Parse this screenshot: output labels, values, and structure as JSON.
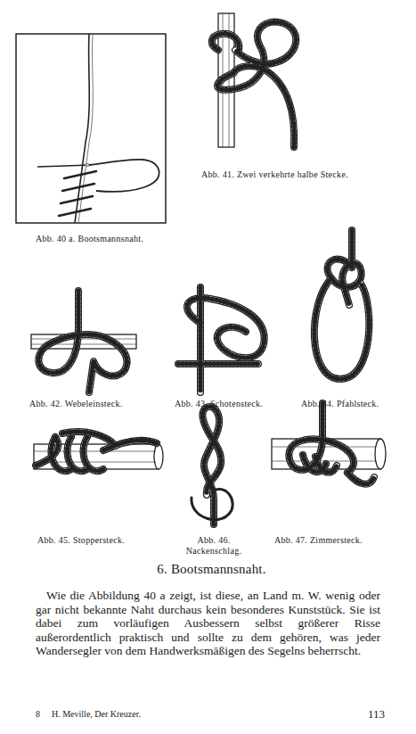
{
  "diagram": {
    "title": "6. Bootsmannsnaht.",
    "labels": [
      "Abb. 40 a. Bootsmannsnaht.",
      "Abb. 41. Zwei verkehrte halbe Stecke.",
      "Abb. 42. Webeleinsteck.",
      "Abb. 43. Schotensteck.",
      "Abb. 44. Pfahlsteck.",
      "Abb. 45. Stoppersteck.",
      "Abb. 46. Nackenschlag.",
      "Abb. 47. Zimmersteck.",
      "Wie die Abbildung 40 a zeigt, ist diese, an Land m. W. wenig oder gar nicht bekannte Naht durchaus kein besonderes Kunststück. Sie ist dabei zum vorläufigen Ausbessern selbst größerer Risse außerordentlich praktisch und sollte zu dem gehören, was jeder Wandersegler von dem Handwerksmäßigen des Segelns beherrscht.",
      "8",
      "H. Meville, Der Kreuzer.",
      "113"
    ]
  }
}
